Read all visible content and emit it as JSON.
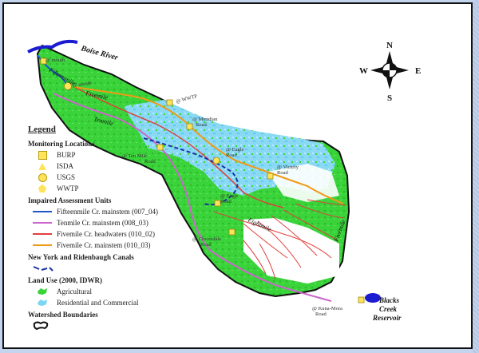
{
  "map": {
    "labels": {
      "boise_river": "Boise River",
      "blacks_creek": [
        "Blacks",
        "Creek",
        "Reservoir"
      ],
      "fifteenmile": "Fifteenmile",
      "fivemile": "Fivemile",
      "tenmile": "Tenmile",
      "eightmile": "Eightmile",
      "fivemile_upper": "Fivemile"
    },
    "road_labels": {
      "mouth_1": "@ mouth",
      "mouth_2": "@ mouth",
      "wwtp": "@ WWTP",
      "meridian": [
        "@ Meridian",
        "Road"
      ],
      "ten_mile": [
        "@ Ten Mile",
        "Road"
      ],
      "eagle": [
        "@ Eagle",
        "Road"
      ],
      "victory": [
        "@ Victory",
        "Road"
      ],
      "eagle2": [
        "@ Eagle",
        "Road"
      ],
      "cloverdale": [
        "@ Cloverdale",
        "Road"
      ],
      "kuna_mora": [
        "@ Kuna-Mora",
        "Road"
      ]
    },
    "compass": {
      "n": "N",
      "s": "S",
      "e": "E",
      "w": "W"
    }
  },
  "legend": {
    "title": "Legend",
    "monitoring_title": "Monitoring Locations",
    "monitoring": [
      "BURP",
      "ISDA",
      "USGS",
      "WWTP"
    ],
    "impaired_title": "Impaired Assessment Units",
    "impaired": [
      {
        "label": "Fifteenmile Cr. mainstem (007_04)",
        "color": "#1b57c8"
      },
      {
        "label": "Tenmile Cr. mainstem (008_03)",
        "color": "#cc66cc"
      },
      {
        "label": "Fivemile Cr. headwaters (010_02)",
        "color": "#e0413c"
      },
      {
        "label": "Fivemile Cr. mainstem (010_03)",
        "color": "#f09a18"
      }
    ],
    "canals_title": "New York and Ridenbaugh Canals",
    "landuse_title": "Land Use (2000, IDWR)",
    "landuse": [
      {
        "label": "Agricultural",
        "color": "#3ad43a"
      },
      {
        "label": "Residential and Commercial",
        "color": "#7ad6f2"
      }
    ],
    "boundary_title": "Watershed Boundaries"
  },
  "colors": {
    "ag": "#3ad43a",
    "urban": "#7ad6f2",
    "river": "#1b1bd0",
    "canal": "#1a32a0",
    "fifteenmile": "#1b57c8",
    "tenmile": "#cc66cc",
    "fivemile_head": "#e0413c",
    "fivemile_main": "#f09a18",
    "station": "#ffe45a"
  }
}
